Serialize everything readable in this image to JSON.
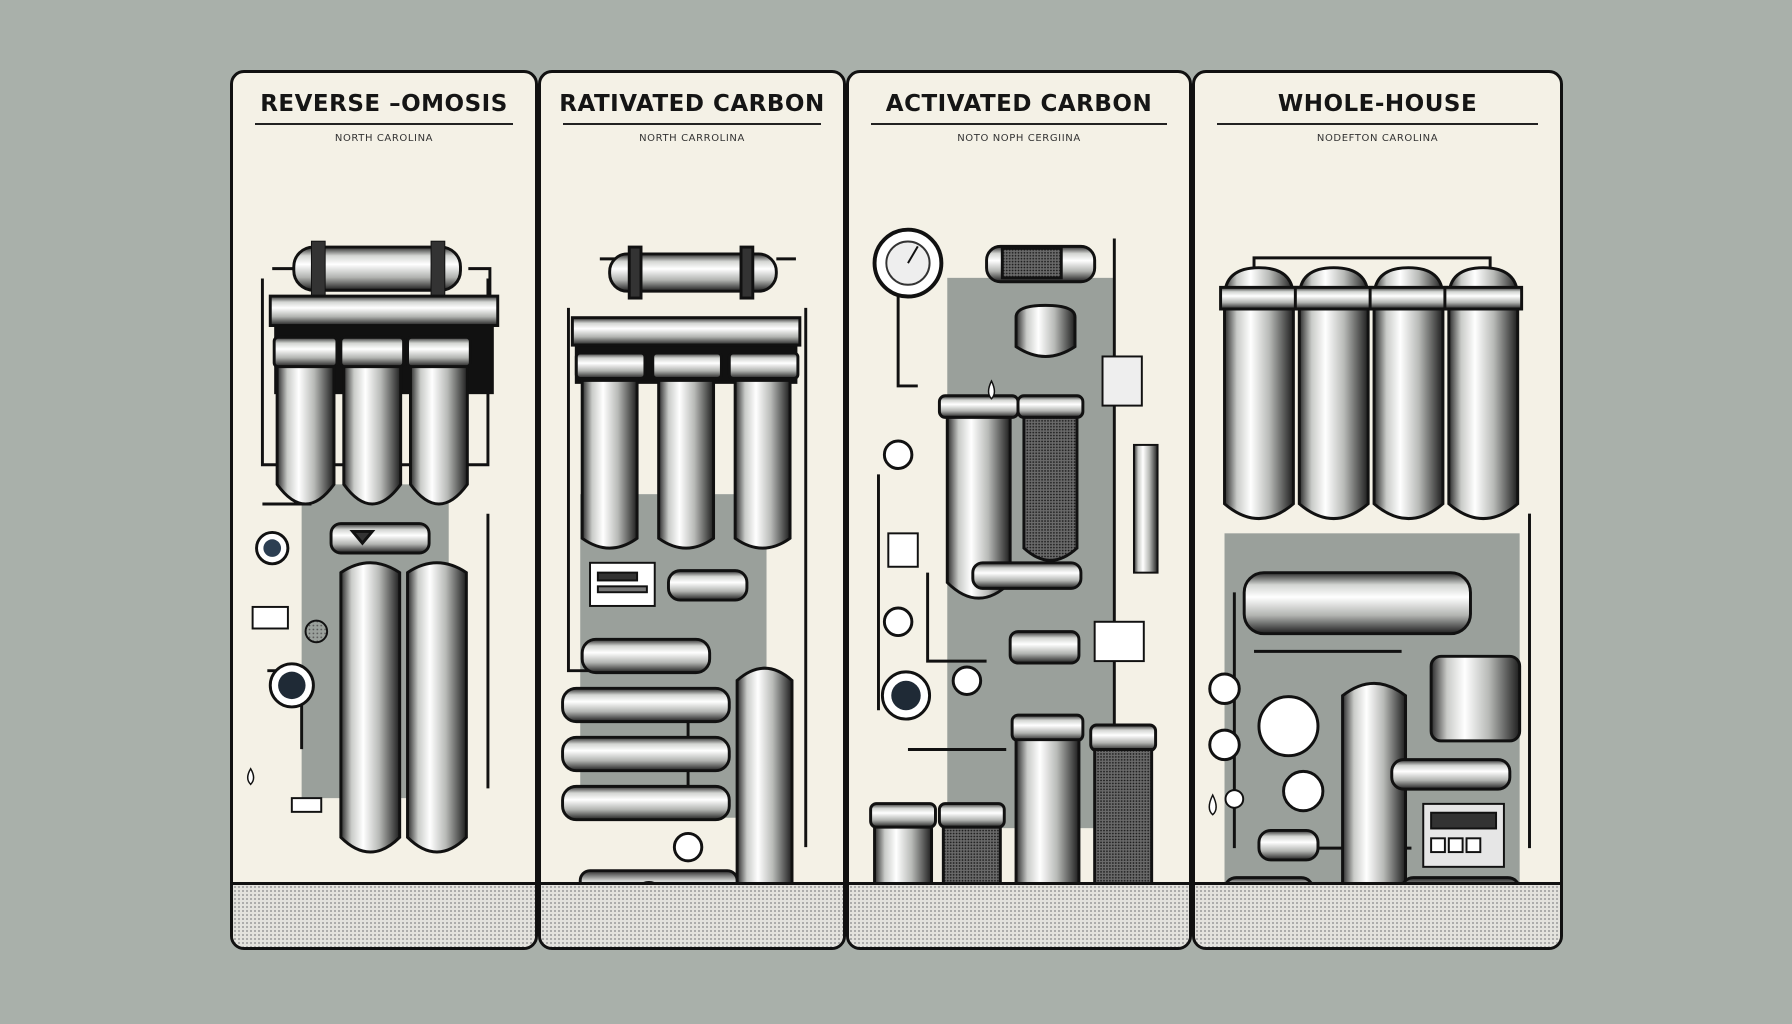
{
  "colors": {
    "background": "#a9b0aa",
    "panel": "#f4f1e6",
    "ink": "#111111",
    "accent_gray": "#9aa09b"
  },
  "panels": [
    {
      "title": "REVERSE –OMOSIS",
      "subtitle": "NORTH CAROLINA"
    },
    {
      "title": "RATIVATED CARBON",
      "subtitle": "NORTH CARROLINA"
    },
    {
      "title": "ACTIVATED CARBON",
      "subtitle": "NOTO NOPH CERGIINA"
    },
    {
      "title": "WHOLE-HOUSE",
      "subtitle": "NODEFTON CAROLINA"
    }
  ],
  "icons": [
    "filter-housing-icon",
    "pressure-gauge-icon",
    "pipe-icon",
    "control-panel-icon",
    "water-drop-icon"
  ]
}
